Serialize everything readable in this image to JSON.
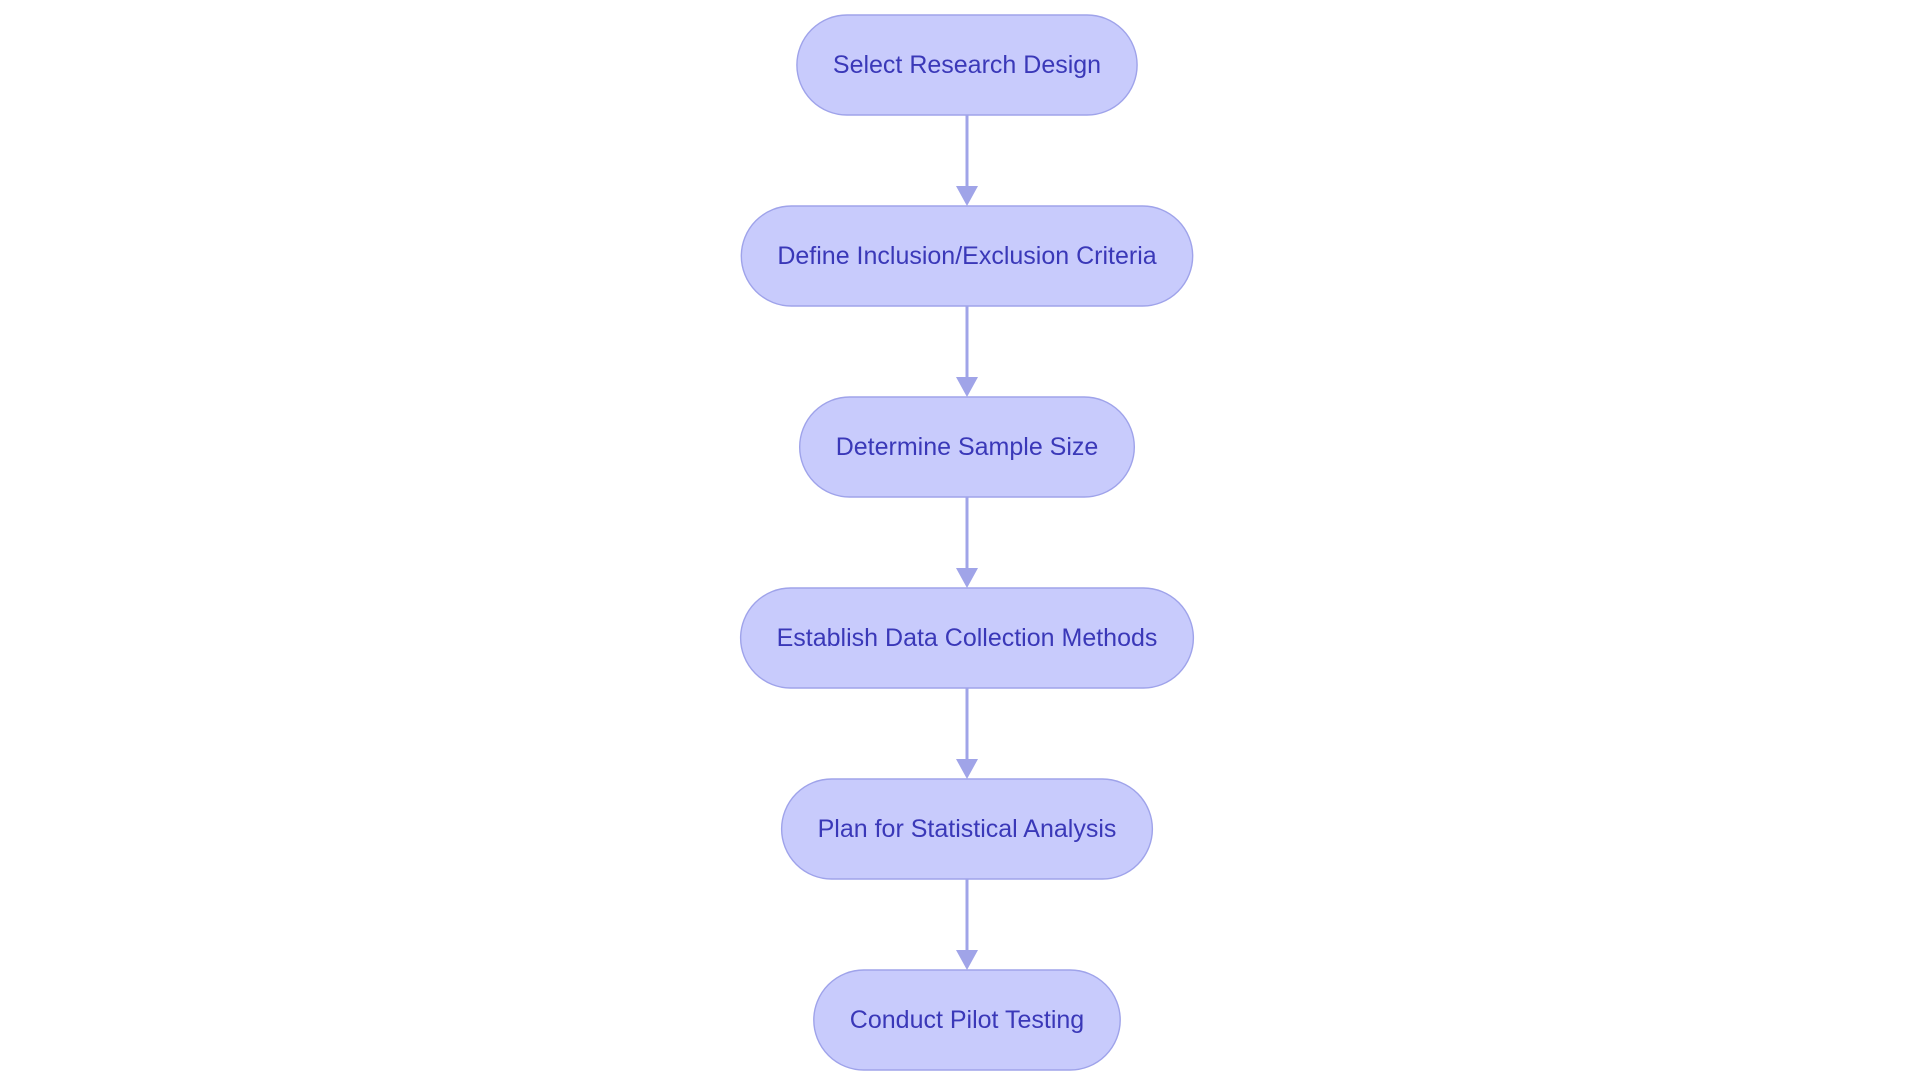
{
  "diagram": {
    "type": "flowchart",
    "direction": "top-to-bottom",
    "colors": {
      "node_fill": "#c8cbfc",
      "node_stroke": "#9fa3ea",
      "label_text": "#3a38b8",
      "edge": "#a0a4e8",
      "background": "#ffffff"
    },
    "nodes": [
      {
        "id": "n1",
        "label": "Select Research Design"
      },
      {
        "id": "n2",
        "label": "Define Inclusion/Exclusion Criteria"
      },
      {
        "id": "n3",
        "label": "Determine Sample Size"
      },
      {
        "id": "n4",
        "label": "Establish Data Collection Methods"
      },
      {
        "id": "n5",
        "label": "Plan for Statistical Analysis"
      },
      {
        "id": "n6",
        "label": "Conduct Pilot Testing"
      }
    ],
    "edges": [
      {
        "from": "n1",
        "to": "n2"
      },
      {
        "from": "n2",
        "to": "n3"
      },
      {
        "from": "n3",
        "to": "n4"
      },
      {
        "from": "n4",
        "to": "n5"
      },
      {
        "from": "n5",
        "to": "n6"
      }
    ]
  }
}
